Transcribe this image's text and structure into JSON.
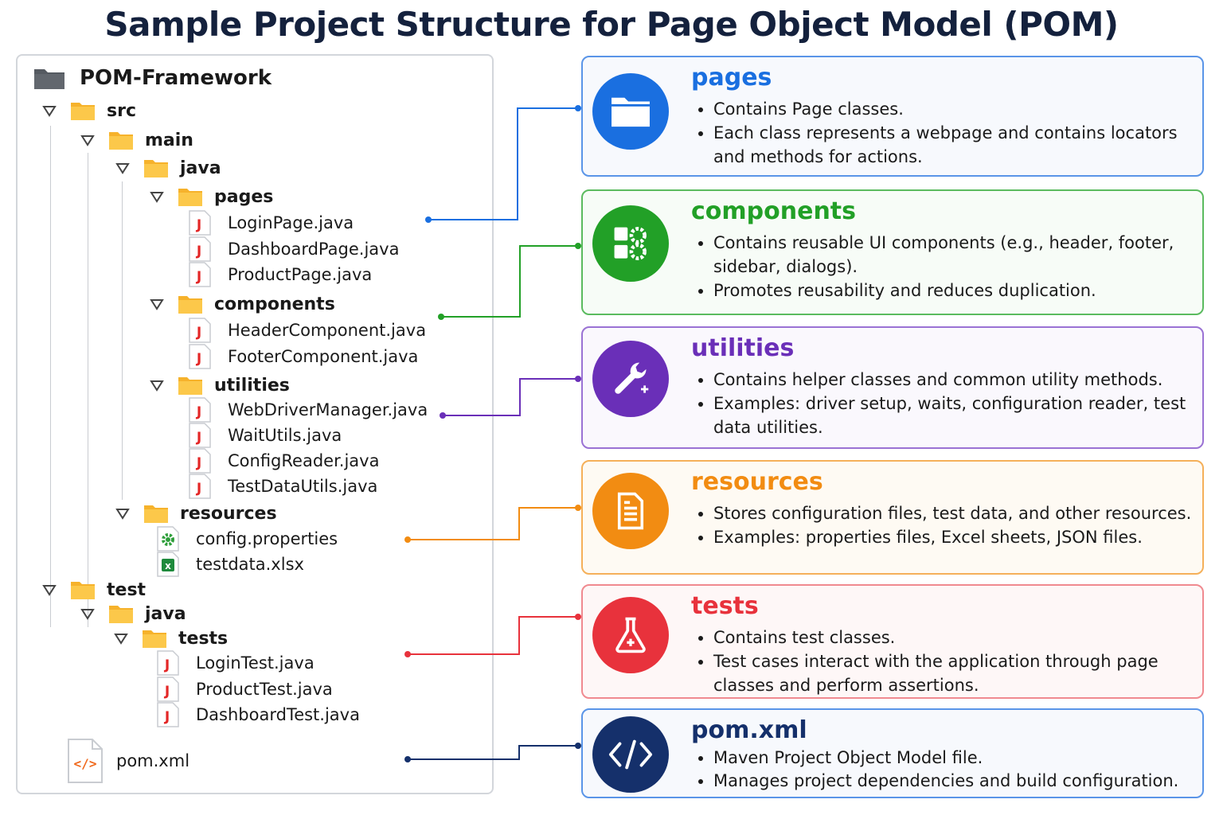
{
  "title": "Sample Project Structure for Page Object Model (POM)",
  "tree": {
    "root": "POM-Framework",
    "src": "src",
    "main": "main",
    "main_java": "java",
    "pages": "pages",
    "pages_files": [
      "LoginPage.java",
      "DashboardPage.java",
      "ProductPage.java"
    ],
    "components": "components",
    "components_files": [
      "HeaderComponent.java",
      "FooterComponent.java"
    ],
    "utilities": "utilities",
    "utilities_files": [
      "WebDriverManager.java",
      "WaitUtils.java",
      "ConfigReader.java",
      "TestDataUtils.java"
    ],
    "resources": "resources",
    "resources_files": [
      "config.properties",
      "testdata.xlsx"
    ],
    "test": "test",
    "test_java": "java",
    "tests": "tests",
    "tests_files": [
      "LoginTest.java",
      "ProductTest.java",
      "DashboardTest.java"
    ],
    "pom": "pom.xml"
  },
  "cards": [
    {
      "title": "pages",
      "icon": "folder-icon",
      "color": "#1a6fe0",
      "bullets": [
        "Contains Page classes.",
        "Each class represents a webpage and contains locators and methods for actions."
      ]
    },
    {
      "title": "components",
      "icon": "puzzle-gear-icon",
      "color": "#22a027",
      "bullets": [
        "Contains reusable UI components (e.g., header, footer, sidebar, dialogs).",
        "Promotes reusability and reduces duplication."
      ]
    },
    {
      "title": "utilities",
      "icon": "wrench-icon",
      "color": "#6a2fb8",
      "bullets": [
        "Contains helper classes and common utility methods.",
        "Examples: driver setup, waits, configuration reader, test data utilities."
      ]
    },
    {
      "title": "resources",
      "icon": "document-icon",
      "color": "#f28c12",
      "bullets": [
        "Stores configuration files, test data, and other resources.",
        "Examples: properties files, Excel sheets, JSON files."
      ]
    },
    {
      "title": "tests",
      "icon": "flask-icon",
      "color": "#e8323c",
      "bullets": [
        "Contains test classes.",
        "Test cases interact with the application through page classes and perform assertions."
      ]
    },
    {
      "title": "pom.xml",
      "icon": "code-icon",
      "color": "#15306b",
      "bullets": [
        "Maven Project Object Model file.",
        "Manages project dependencies and build configuration."
      ]
    }
  ]
}
